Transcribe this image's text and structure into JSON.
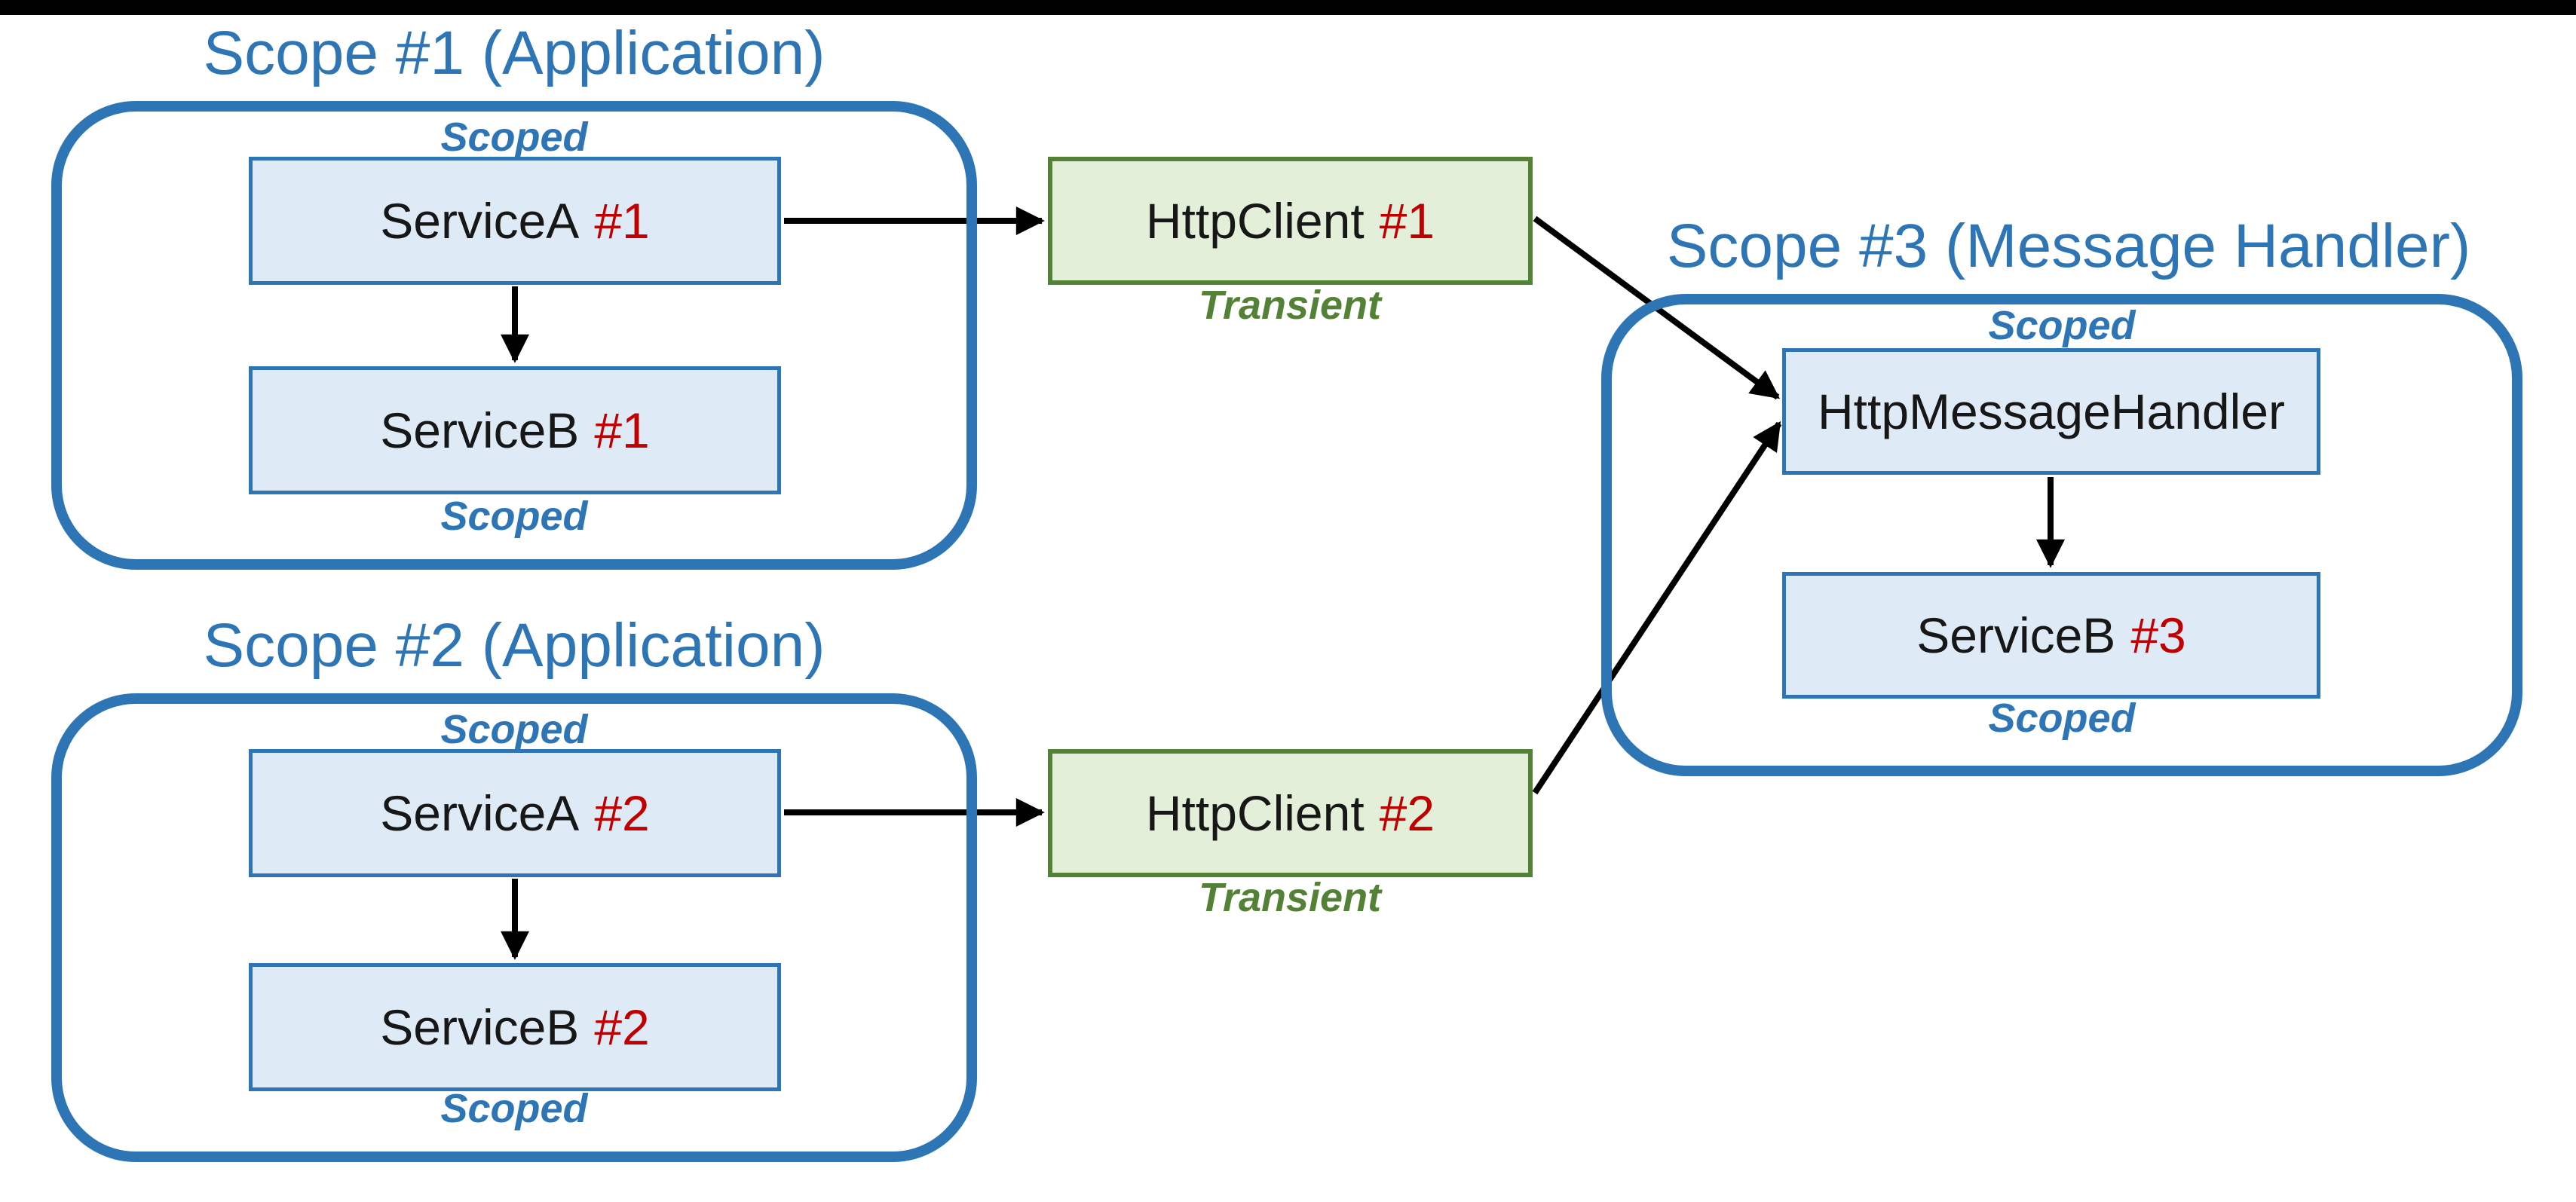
{
  "colors": {
    "scope_border_blue": "#2E75B6",
    "box_fill_blue": "#DEEAF6",
    "client_border_green": "#538135",
    "client_fill_green": "#E3EFD9",
    "instance_number_red": "#C00000",
    "top_bar_black": "#000000"
  },
  "scopes": [
    {
      "title": "Scope #1 (Application)",
      "top_label": "Scoped",
      "bottom_label": "Scoped",
      "boxes": [
        {
          "name": "ServiceA",
          "number": "#1"
        },
        {
          "name": "ServiceB",
          "number": "#1"
        }
      ]
    },
    {
      "title": "Scope #2 (Application)",
      "top_label": "Scoped",
      "bottom_label": "Scoped",
      "boxes": [
        {
          "name": "ServiceA",
          "number": "#2"
        },
        {
          "name": "ServiceB",
          "number": "#2"
        }
      ]
    },
    {
      "title": "Scope #3 (Message Handler)",
      "top_label": "Scoped",
      "bottom_label": "Scoped",
      "boxes": [
        {
          "name": "HttpMessageHandler",
          "number": ""
        },
        {
          "name": "ServiceB",
          "number": "#3"
        }
      ]
    }
  ],
  "clients": [
    {
      "name": "HttpClient",
      "number": "#1",
      "lifetime_label": "Transient"
    },
    {
      "name": "HttpClient",
      "number": "#2",
      "lifetime_label": "Transient"
    }
  ]
}
